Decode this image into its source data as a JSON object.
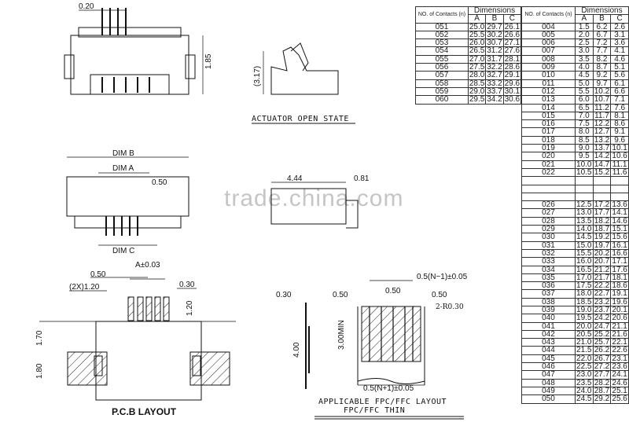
{
  "watermark": "trade.china.com",
  "top_view": {
    "pitch_top": "0.20",
    "height": "1.85"
  },
  "side_view": {
    "height": "(3.17)",
    "caption": "ACTUATOR OPEN STATE"
  },
  "front_view": {
    "dim_b": "DIM B",
    "dim_a": "DIM A",
    "pitch": "0.50",
    "dim_c": "DIM C"
  },
  "profile_view": {
    "length": "4.44",
    "tab": "0.81"
  },
  "pcb_layout": {
    "a_tol": "A±0.03",
    "pitch": "0.50",
    "pad_width": "(2X)1.20",
    "pad_small": "0.30",
    "pad_len": "1.20",
    "h1": "1.70",
    "h2": "1.80",
    "caption": "P.C.B LAYOUT"
  },
  "fpc_layout": {
    "thickness": "0.30",
    "left_margin": "0.50",
    "pitch": "0.50",
    "right_margin": "0.50",
    "span": "0.5(N−1)±0.05",
    "radius": "2-R0.30",
    "min_len": "3.00MIN",
    "length": "4.00",
    "width": "0.5(N+1)±0.05",
    "caption1": "APPLICABLE FPC/FFC LAYOUT",
    "caption2": "FPC/FFC THIN"
  },
  "tables": {
    "header": {
      "contacts": "NO. of Contacts (n)",
      "dimensions": "Dimensions",
      "a": "A",
      "b": "B",
      "c": "C"
    },
    "left_rows": [
      [
        "051",
        "25.0",
        "29.7",
        "26.1"
      ],
      [
        "052",
        "25.5",
        "30.2",
        "26.6"
      ],
      [
        "053",
        "26.0",
        "30.7",
        "27.1"
      ],
      [
        "054",
        "26.5",
        "31.2",
        "27.6"
      ],
      [
        "055",
        "27.0",
        "31.7",
        "28.1"
      ],
      [
        "056",
        "27.5",
        "32.2",
        "28.6"
      ],
      [
        "057",
        "28.0",
        "32.7",
        "29.1"
      ],
      [
        "058",
        "28.5",
        "33.2",
        "29.6"
      ],
      [
        "059",
        "29.0",
        "33.7",
        "30.1"
      ],
      [
        "060",
        "29.5",
        "34.2",
        "30.6"
      ]
    ],
    "right_rows": [
      [
        "004",
        "1.5",
        "6.2",
        "2.6"
      ],
      [
        "005",
        "2.0",
        "6.7",
        "3.1"
      ],
      [
        "006",
        "2.5",
        "7.2",
        "3.6"
      ],
      [
        "007",
        "3.0",
        "7.7",
        "4.1"
      ],
      [
        "008",
        "3.5",
        "8.2",
        "4.6"
      ],
      [
        "009",
        "4.0",
        "8.7",
        "5.1"
      ],
      [
        "010",
        "4.5",
        "9.2",
        "5.6"
      ],
      [
        "011",
        "5.0",
        "9.7",
        "6.1"
      ],
      [
        "012",
        "5.5",
        "10.2",
        "6.6"
      ],
      [
        "013",
        "6.0",
        "10.7",
        "7.1"
      ],
      [
        "014",
        "6.5",
        "11.2",
        "7.6"
      ],
      [
        "015",
        "7.0",
        "11.7",
        "8.1"
      ],
      [
        "016",
        "7.5",
        "12.2",
        "8.6"
      ],
      [
        "017",
        "8.0",
        "12.7",
        "9.1"
      ],
      [
        "018",
        "8.5",
        "13.2",
        "9.6"
      ],
      [
        "019",
        "9.0",
        "13.7",
        "10.1"
      ],
      [
        "020",
        "9.5",
        "14.2",
        "10.6"
      ],
      [
        "021",
        "10.0",
        "14.7",
        "11.1"
      ],
      [
        "022",
        "10.5",
        "15.2",
        "11.6"
      ],
      [
        "",
        "",
        "",
        ""
      ],
      [
        "",
        "",
        "",
        ""
      ],
      [
        "",
        "",
        "",
        ""
      ],
      [
        "026",
        "12.5",
        "17.2",
        "13.6"
      ],
      [
        "027",
        "13.0",
        "17.7",
        "14.1"
      ],
      [
        "028",
        "13.5",
        "18.2",
        "14.6"
      ],
      [
        "029",
        "14.0",
        "18.7",
        "15.1"
      ],
      [
        "030",
        "14.5",
        "19.2",
        "15.6"
      ],
      [
        "031",
        "15.0",
        "19.7",
        "16.1"
      ],
      [
        "032",
        "15.5",
        "20.2",
        "16.6"
      ],
      [
        "033",
        "16.0",
        "20.7",
        "17.1"
      ],
      [
        "034",
        "16.5",
        "21.2",
        "17.6"
      ],
      [
        "035",
        "17.0",
        "21.7",
        "18.1"
      ],
      [
        "036",
        "17.5",
        "22.2",
        "18.6"
      ],
      [
        "037",
        "18.0",
        "22.7",
        "19.1"
      ],
      [
        "038",
        "18.5",
        "23.2",
        "19.6"
      ],
      [
        "039",
        "19.0",
        "23.7",
        "20.1"
      ],
      [
        "040",
        "19.5",
        "24.2",
        "20.6"
      ],
      [
        "041",
        "20.0",
        "24.7",
        "21.1"
      ],
      [
        "042",
        "20.5",
        "25.2",
        "21.6"
      ],
      [
        "043",
        "21.0",
        "25.7",
        "22.1"
      ],
      [
        "044",
        "21.5",
        "26.2",
        "22.6"
      ],
      [
        "045",
        "22.0",
        "26.7",
        "23.1"
      ],
      [
        "046",
        "22.5",
        "27.2",
        "23.6"
      ],
      [
        "047",
        "23.0",
        "27.7",
        "24.1"
      ],
      [
        "048",
        "23.5",
        "28.2",
        "24.6"
      ],
      [
        "049",
        "24.0",
        "28.7",
        "25.1"
      ],
      [
        "050",
        "24.5",
        "29.2",
        "25.6"
      ]
    ]
  }
}
